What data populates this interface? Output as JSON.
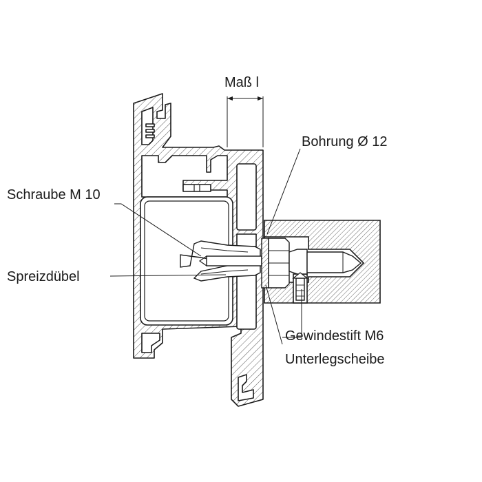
{
  "labels": {
    "dimension": "Maß l",
    "bore": "Bohrung Ø 12",
    "screw": "Schraube M 10",
    "anchor": "Spreizdübel",
    "setscrew": "Gewindestift M6",
    "washer": "Unterlegscheibe"
  },
  "colors": {
    "outline": "#1a1a1a",
    "profile_fill": "#ffffff",
    "hatch": "#555555",
    "label_text": "#1a1a1a"
  }
}
